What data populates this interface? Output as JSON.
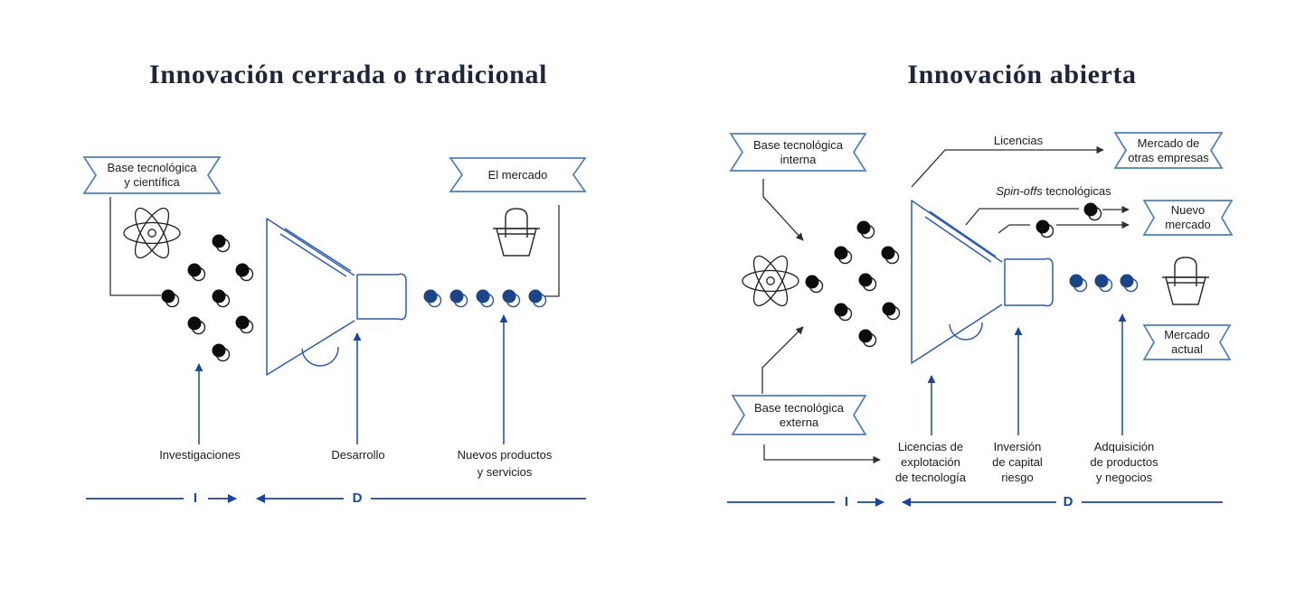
{
  "closed": {
    "title": "Innovación cerrada o tradicional",
    "banner_base": "Base tecnológica\ny científica",
    "banner_market": "El mercado",
    "label_research": "Investigaciones",
    "label_development": "Desarrollo",
    "label_products": "Nuevos productos\ny servicios",
    "axis_i": "I",
    "axis_d": "D"
  },
  "open": {
    "title": "Innovación abierta",
    "banner_internal": "Base tecnológica\ninterna",
    "banner_external": "Base tecnológica\nexterna",
    "banner_other_market": "Mercado de\notras empresas",
    "banner_new_market": "Nuevo\nmercado",
    "banner_current_market": "Mercado\nactual",
    "label_licenses": "Licencias",
    "label_spinoffs_em": "Spin-offs",
    "label_spinoffs_rest": " tecnológicas",
    "label_licensing": "Licencias de\nexplotación\nde tecnología",
    "label_venture": "Inversión\nde capital\nriesgo",
    "label_acquisition": "Adquisición\nde productos\ny negocios",
    "axis_i": "I",
    "axis_d": "D"
  },
  "colors": {
    "background": "#ffffff",
    "title": "#1f2639",
    "text": "#1c1c1c",
    "line_black": "#2f2f2f",
    "blue_accent": "#1b459a",
    "blue_funnel": "#2e5caa",
    "banner_border": "#4e7db9",
    "dot_black": "#0c0c0c",
    "dot_blue": "#1b4489"
  }
}
